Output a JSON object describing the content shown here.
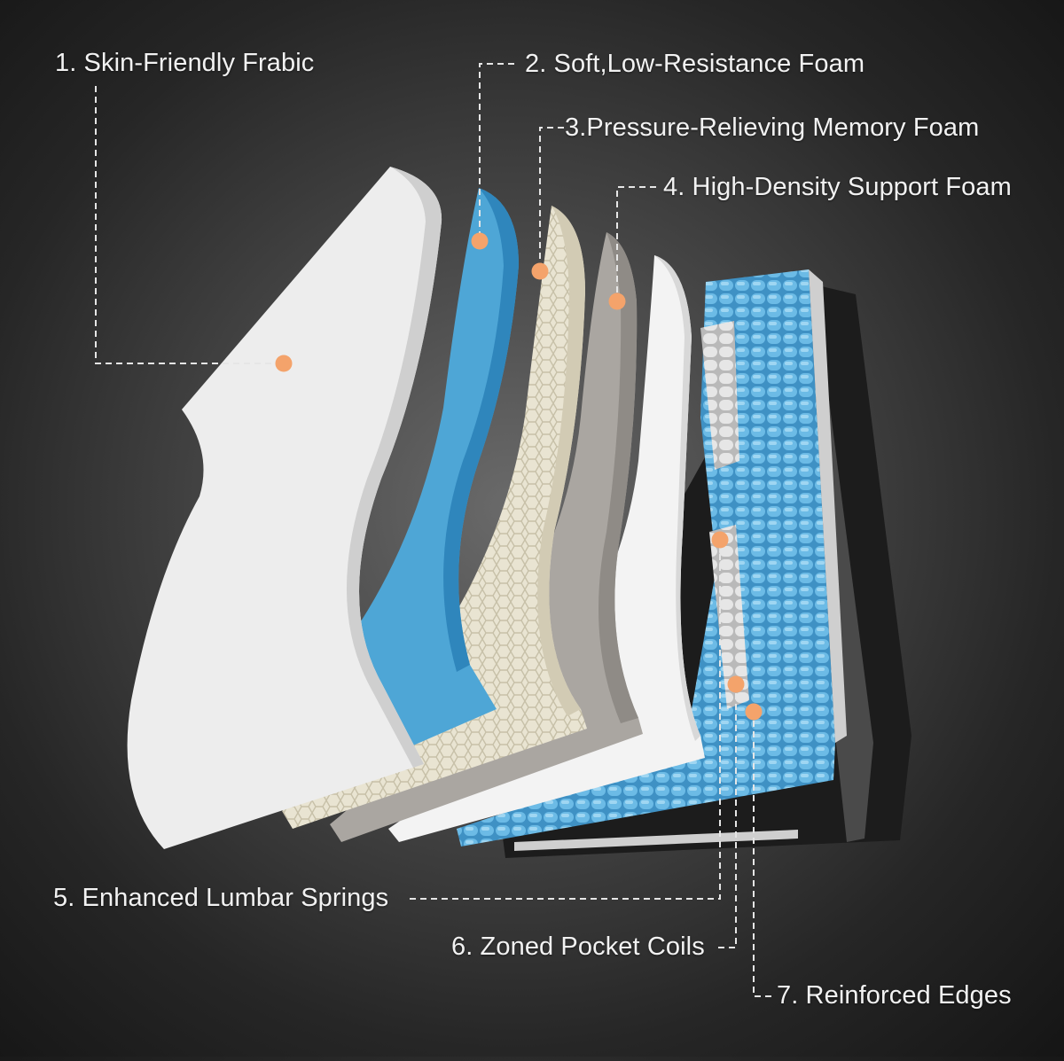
{
  "diagram": {
    "layers": [
      {
        "id": "1",
        "label": "1. Skin-Friendly Frabic"
      },
      {
        "id": "2",
        "label": "2. Soft,Low-Resistance Foam"
      },
      {
        "id": "3",
        "label": "3.Pressure-Relieving Memory Foam"
      },
      {
        "id": "4",
        "label": "4. High-Density Support Foam"
      },
      {
        "id": "5",
        "label": "5. Enhanced Lumbar Springs"
      },
      {
        "id": "6",
        "label": "6. Zoned Pocket Coils"
      },
      {
        "id": "7",
        "label": "7. Reinforced Edges"
      }
    ],
    "colors": {
      "marker": "#f4a36b",
      "leader": "#e6e6e6",
      "fabric": "#ececec",
      "blue_foam": "#4ea6d6",
      "memory_foam": "#e6e1cf",
      "support_foam": "#a9a6a1",
      "coil_blue": "#5fb0dc",
      "base": "#1d1d1d"
    }
  }
}
